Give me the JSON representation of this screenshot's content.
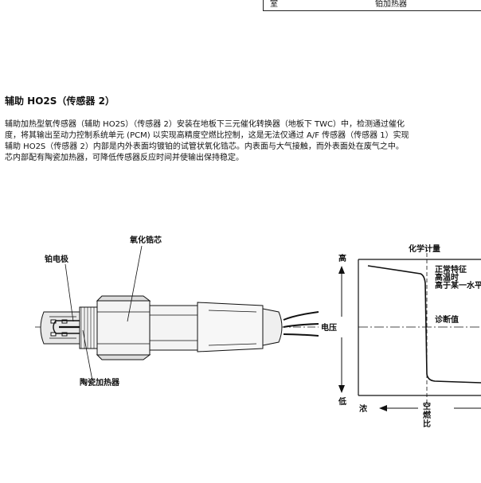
{
  "top_table": {
    "cell_left": "室",
    "cell_right": "铂加热器"
  },
  "section": {
    "title": "辅助 HO2S（传感器 2）",
    "lines": [
      "辅助加热型氧传感器（辅助 HO2S）（传感器 2）安装在地板下三元催化转换器（地板下 TWC）中，检测通过催化",
      "度，将其输出至动力控制系统单元 (PCM) 以实现高精度空燃比控制，这是无法仅通过 A/F 传感器（传感器 1）实现",
      "辅助 HO2S（传感器 2）内部是内外表面均镀铂的试管状氧化锆芯。内表面与大气接触，而外表面处在废气之中。",
      "芯内部配有陶瓷加热器，可降低传感器反应时间并使输出保持稳定。"
    ]
  },
  "sensor_figure": {
    "label_zirconia": "氧化锆芯",
    "label_platinum": "铂电极",
    "label_heater": "陶瓷加热器"
  },
  "graph": {
    "title": "化学计量",
    "y_high": "高",
    "y_low": "低",
    "y_axis_label": "电压",
    "x_rich": "浓",
    "x_axis_label_1": "空",
    "x_axis_label_2": "燃",
    "x_axis_label_3": "比",
    "note_1": "正常特征",
    "note_2": "高温时",
    "note_3": "高于某一水平",
    "diag_label": "诊断值"
  }
}
